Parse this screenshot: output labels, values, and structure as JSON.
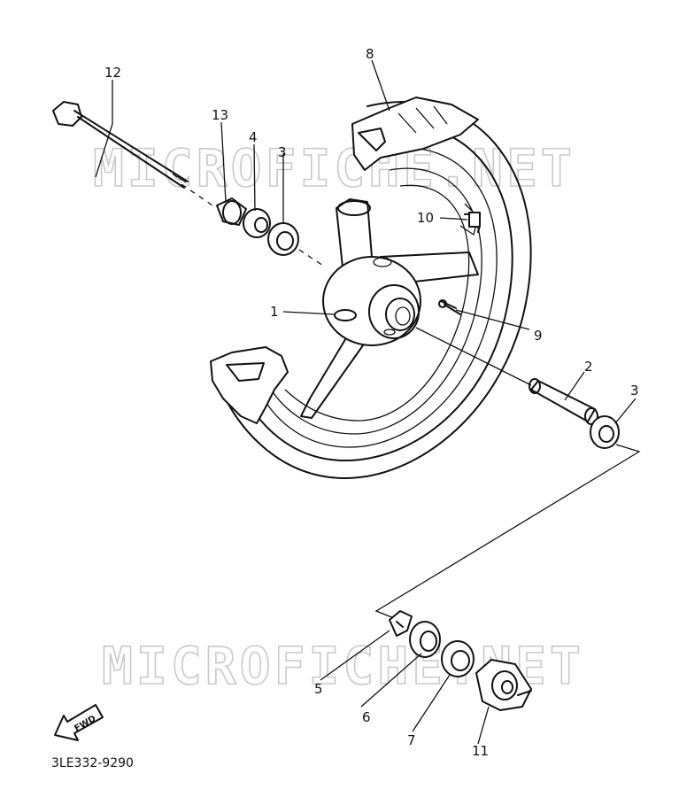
{
  "watermark": {
    "text": "MICROFICHE.NET"
  },
  "diagram_code": "3LE332-9290",
  "forward_label": "FWD",
  "callouts": {
    "c1": "1",
    "c2": "2",
    "c3a": "3",
    "c3b": "3",
    "c4": "4",
    "c5": "5",
    "c6": "6",
    "c7": "7",
    "c8": "8",
    "c9": "9",
    "c10": "10",
    "c11": "11",
    "c12": "12",
    "c13": "13"
  }
}
